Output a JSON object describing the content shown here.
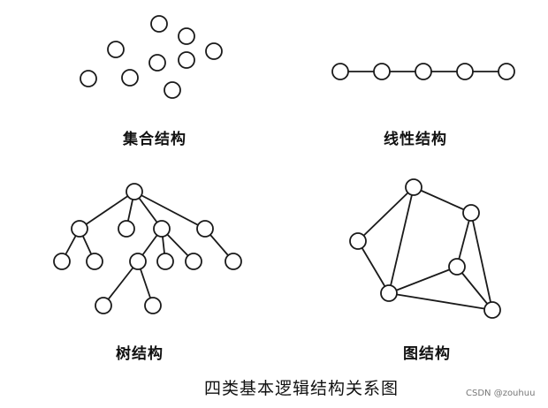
{
  "labels": {
    "set": "集合结构",
    "linear": "线性结构",
    "tree": "树结构",
    "graph": "图结构"
  },
  "caption": "四类基本逻辑结构关系图",
  "watermark": "CSDN @zouhuu"
}
